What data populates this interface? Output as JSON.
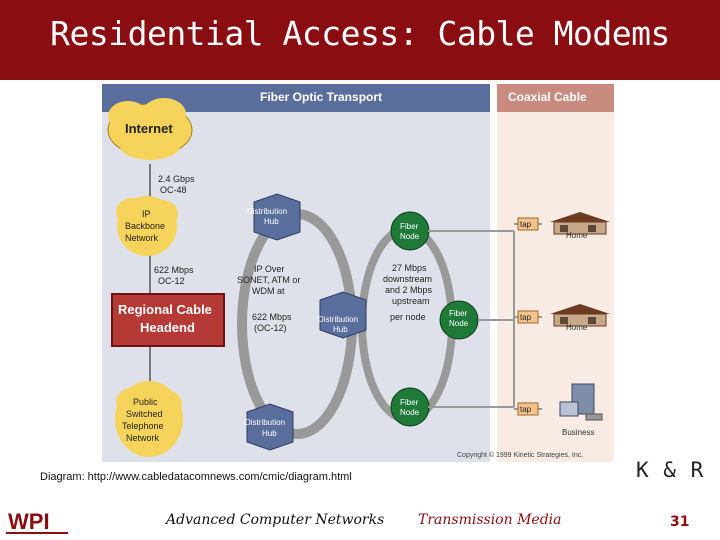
{
  "slide": {
    "title": "Residential Access: Cable Modems",
    "caption": "Diagram: http://www.cabledatacomnews.com/cmic/diagram.html",
    "authors": "K & R",
    "course": "Advanced Computer Networks",
    "topic": "Transmission Media",
    "page_number": "31",
    "logo_text": "WPI"
  },
  "diagram": {
    "section_fiber": "Fiber Optic Transport",
    "section_coax": "Coaxial Cable",
    "internet": "Internet",
    "link1_a": "2.4 Gbps",
    "link1_b": "OC-48",
    "ip_backbone": [
      "IP",
      "Backbone",
      "Network"
    ],
    "link2_a": "622 Mbps",
    "link2_b": "OC-12",
    "headend": [
      "Regional Cable",
      "Headend"
    ],
    "pstn": [
      "Public",
      "Switched",
      "Telephone",
      "Network"
    ],
    "hub_label": [
      "Distribution",
      "Hub"
    ],
    "ring_text": [
      "IP Over",
      "SONET, ATM or",
      "WDM at"
    ],
    "ring_speed": [
      "622 Mbps",
      "(OC-12)"
    ],
    "fiber_node": [
      "Fiber",
      "Node"
    ],
    "downstream": [
      "27 Mbps",
      "downstream",
      "and 2 Mbps",
      "upstream",
      "per node"
    ],
    "tap": "tap",
    "home": "Home",
    "business": "Business",
    "copyright": "Copyright © 1999 Kinetic Strategies, Inc."
  }
}
